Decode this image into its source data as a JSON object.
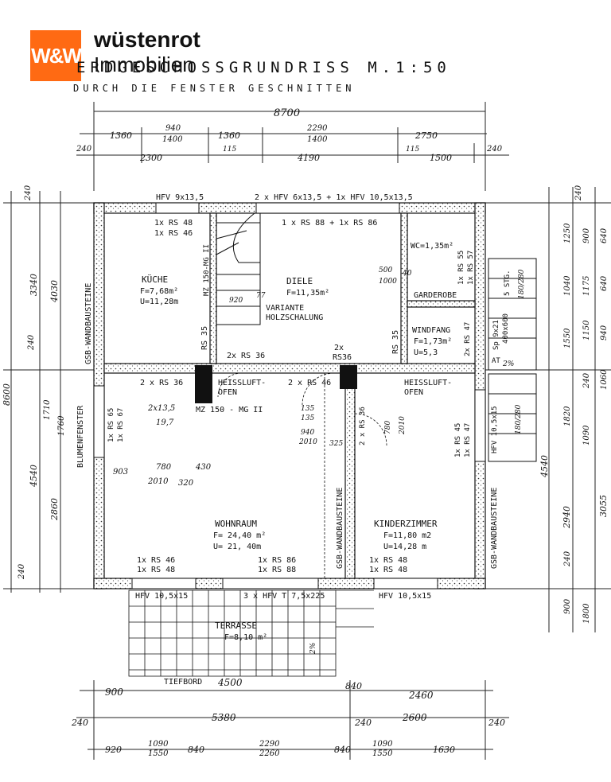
{
  "brand": {
    "name": "wüstenrot",
    "sub": "Immobilien",
    "logo_text": "W&W"
  },
  "title": "ERDGESCHOSSGRUNDRISS  M.1:50",
  "subtitle": "DURCH DIE FENSTER GESCHNITTEN",
  "rooms": {
    "kueche": {
      "name": "KÜCHE",
      "area": "F=7,68m²",
      "perim": "U=11,28m"
    },
    "diele": {
      "name": "DIELE",
      "area": "F=11,35m²"
    },
    "wc": {
      "name": "WC=1,35m²"
    },
    "garderobe": {
      "name": "GARDEROBE"
    },
    "windfang": {
      "name": "WINDFANG",
      "area": "F=1,73m²",
      "perim": "U=5,3"
    },
    "wohnraum": {
      "name": "WOHNRAUM",
      "area": "F= 24,40 m²",
      "perim": "U= 21, 40m"
    },
    "kinderzimmer": {
      "name": "KINDERZIMMER",
      "area": "F=11,80 m2",
      "perim": "U=14,28 m"
    },
    "terrasse": {
      "name": "TERRASSE",
      "area": "F=8,10 m²"
    }
  },
  "labels": {
    "hfv_top1": "HFV 9x13,5",
    "hfv_top2": "2 x HFV 6x13,5 + 1x HFV 10,5x13,5",
    "rs_k1": "1x RS 48",
    "rs_k2": "1x RS 46",
    "rs_diele": "1 x RS 88 + 1x RS 86",
    "mz_vertical": "MZ 150-MG II",
    "v920": "920",
    "v77": "77",
    "variante1": "VARIANTE",
    "variante2": "HOLZSCHALUNG",
    "rs35_a": "RS 35",
    "rs_2x36_a": "2x RS 36",
    "rs_2x36_b": "2 x RS 36",
    "rs_2x46": "2 x RS 46",
    "rs_2x": "2x",
    "rs36": "RS36",
    "rs35_b": "RS 35",
    "ofen1a": "HEISSLUFT-",
    "ofen1b": "OFEN",
    "ofen2a": "HEISSLUFT-",
    "ofen2b": "OFEN",
    "mz_bottom": "MZ 150 - MG II",
    "d2x135": "2x13,5",
    "d197": "19,7",
    "d135a": "135",
    "d135b": "135",
    "d940": "940",
    "d2010a": "2010",
    "d325": "325",
    "d780": "780",
    "d2010b": "2010",
    "d780b": "780",
    "d2010c": "2010",
    "d430": "430",
    "d903": "903",
    "d320": "320",
    "d500": "500",
    "d1000": "1000",
    "d40": "40",
    "rs55": "1x RS 55",
    "rs57": "1x RS 57",
    "rs47": "2x RS 47",
    "sp": "Sp 9x21",
    "d400x600": "400x600",
    "at": "AT",
    "d2pct_a": "2%",
    "stg": "5 STG.",
    "stg_dim": "180/280",
    "rs65": "1x RS 65",
    "rs67": "1x RS 67",
    "blumenfenster": "BLUMENFENSTER",
    "gsb1": "GSB-WANDBAUSTEINE",
    "gsb2": "GSB-WANDBAUSTEINE",
    "gsb3": "GSB-WANDBAUSTEINE",
    "rs45": "1x RS 45",
    "rs47b": "1x RS 47",
    "hfv_right": "HFV 10,5x15",
    "stg_dim2": "180/280",
    "rs46w": "1x RS 46",
    "rs48w": "1x RS 48",
    "rs86w": "1x RS 86",
    "rs88w": "1x RS 88",
    "rs48k1": "1x RS 48",
    "rs48k2": "1x RS 48",
    "hfv_b1": "HFV 10,5x15",
    "hfv_b2": "3 x HFV T  7,5x225",
    "hfv_b3": "HFV 10,5x15",
    "tiefbord": "TIEFBORD",
    "d2pct_b": "2%",
    "d900": "900",
    "d4500": "4500",
    "d840": "840",
    "d2460": "2460",
    "d240a": "240",
    "d5380": "5380",
    "d240b": "240",
    "d2600": "2600",
    "d240c": "240",
    "d920": "920",
    "d1090": "1090",
    "d1550": "1550",
    "d840b": "840",
    "d2290": "2290",
    "d2260": "2260",
    "d840c": "840",
    "d1090b": "1090",
    "d1550b": "1550",
    "d1630": "1630",
    "t8700": "8700",
    "t1360": "1360",
    "t940": "940",
    "t1400": "1400",
    "t1360b": "1360",
    "t2290": "2290",
    "t1400b": "1400",
    "t2750": "2750",
    "t240": "240",
    "t2300": "2300",
    "t115": "115",
    "t4190": "4190",
    "t115b": "115",
    "t1500": "1500",
    "t240b": "240",
    "l240": "240",
    "l3340": "3340",
    "l4030": "4030",
    "l240b": "240",
    "l8600": "8600",
    "l1710": "1710",
    "l1760": "1760",
    "l4540": "4540",
    "l2860": "2860",
    "l240c": "240",
    "r240": "240",
    "r1250": "1250",
    "r900": "900",
    "r640": "640",
    "r1040": "1040",
    "r1175": "1175",
    "r640b": "640",
    "r1550": "1550",
    "r1150": "1150",
    "r940": "940",
    "r240b": "240",
    "r1060": "1060",
    "r1820": "1820",
    "r4540": "4540",
    "r1090": "1090",
    "r2940": "2940",
    "r3055": "3055",
    "r240c": "240",
    "r900b": "900",
    "r1800": "1800"
  }
}
